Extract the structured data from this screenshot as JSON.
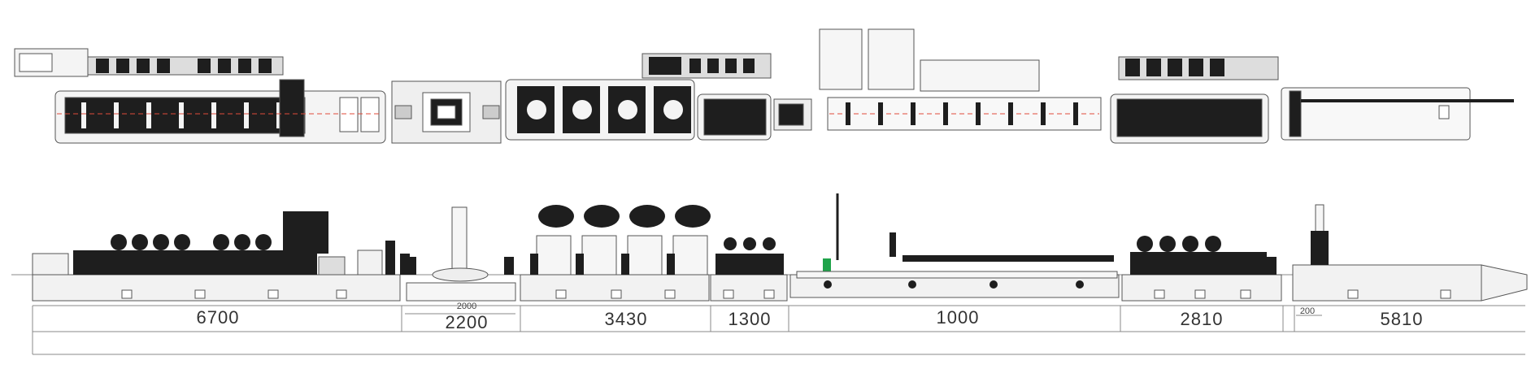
{
  "diagram": {
    "type": "production-line-layout",
    "colors": {
      "machine": "#1e1e1e",
      "base": "#f2f2f2",
      "outline": "#555555",
      "dimension": "#888888",
      "sensor": "#1fa34a",
      "laser_line": "#e04a3a"
    },
    "dimensions": [
      {
        "label": "6700"
      },
      {
        "label": "2200",
        "sub_label": "2000"
      },
      {
        "label": "3430"
      },
      {
        "label": "1300"
      },
      {
        "label": "1000"
      },
      {
        "label": "2810"
      },
      {
        "label": "5810",
        "sub_label": "200"
      }
    ]
  }
}
